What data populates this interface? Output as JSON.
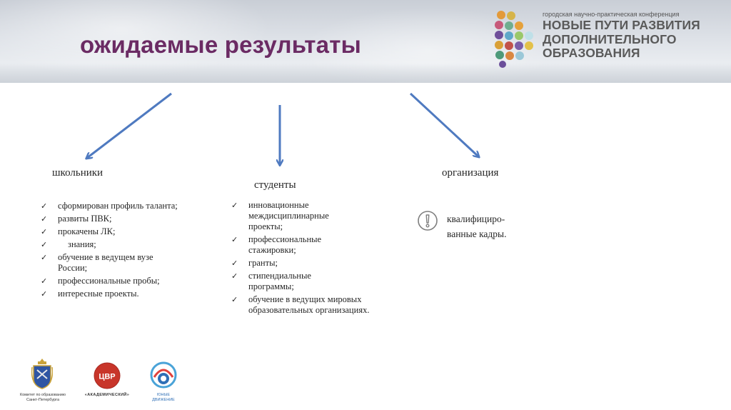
{
  "slide": {
    "title": "ожидаемые результаты"
  },
  "conference": {
    "subtitle": "городская научно-практическая конференция",
    "line1": "НОВЫЕ ПУТИ РАЗВИТИЯ",
    "line2": "ДОПОЛНИТЕЛЬНОГО",
    "line3": "ОБРАЗОВАНИЯ",
    "logo_icon": "dots-cluster-logo"
  },
  "columns": {
    "schoolchildren": {
      "heading": "школьники",
      "items": [
        "сформирован профиль таланта;",
        "развиты ПВК;",
        "прокачены ЛК;",
        "знания;",
        "обучение в ведущем вузе России;",
        "профессиональные пробы;",
        "интересные проекты."
      ]
    },
    "students": {
      "heading": "студенты",
      "items": [
        "инновационные междисциплинарные проекты;",
        "профессиональные стажировки;",
        "гранты;",
        "стипендиальные программы;",
        "обучение в ведущих мировых образовательных организациях."
      ]
    },
    "organization": {
      "heading": "организация",
      "icon": "exclamation-circle-icon",
      "text_line1": "квалифициро-",
      "text_line2": "ванные кадры."
    }
  },
  "footer_logos": {
    "committee_caption_1": "Комитет по образованию",
    "committee_caption_2": "Санкт-Петербурга",
    "cvr_letters": "ЦВР",
    "cvr_caption": "«АКАДЕМИЧЕСКИЙ»",
    "third_caption_1": "ЮНЫЕ",
    "third_caption_2": "ДВИЖЕНИЕ"
  },
  "colors": {
    "title": "#6b2b64",
    "arrow": "#4f7ac0",
    "cvr": "#c8352a"
  }
}
